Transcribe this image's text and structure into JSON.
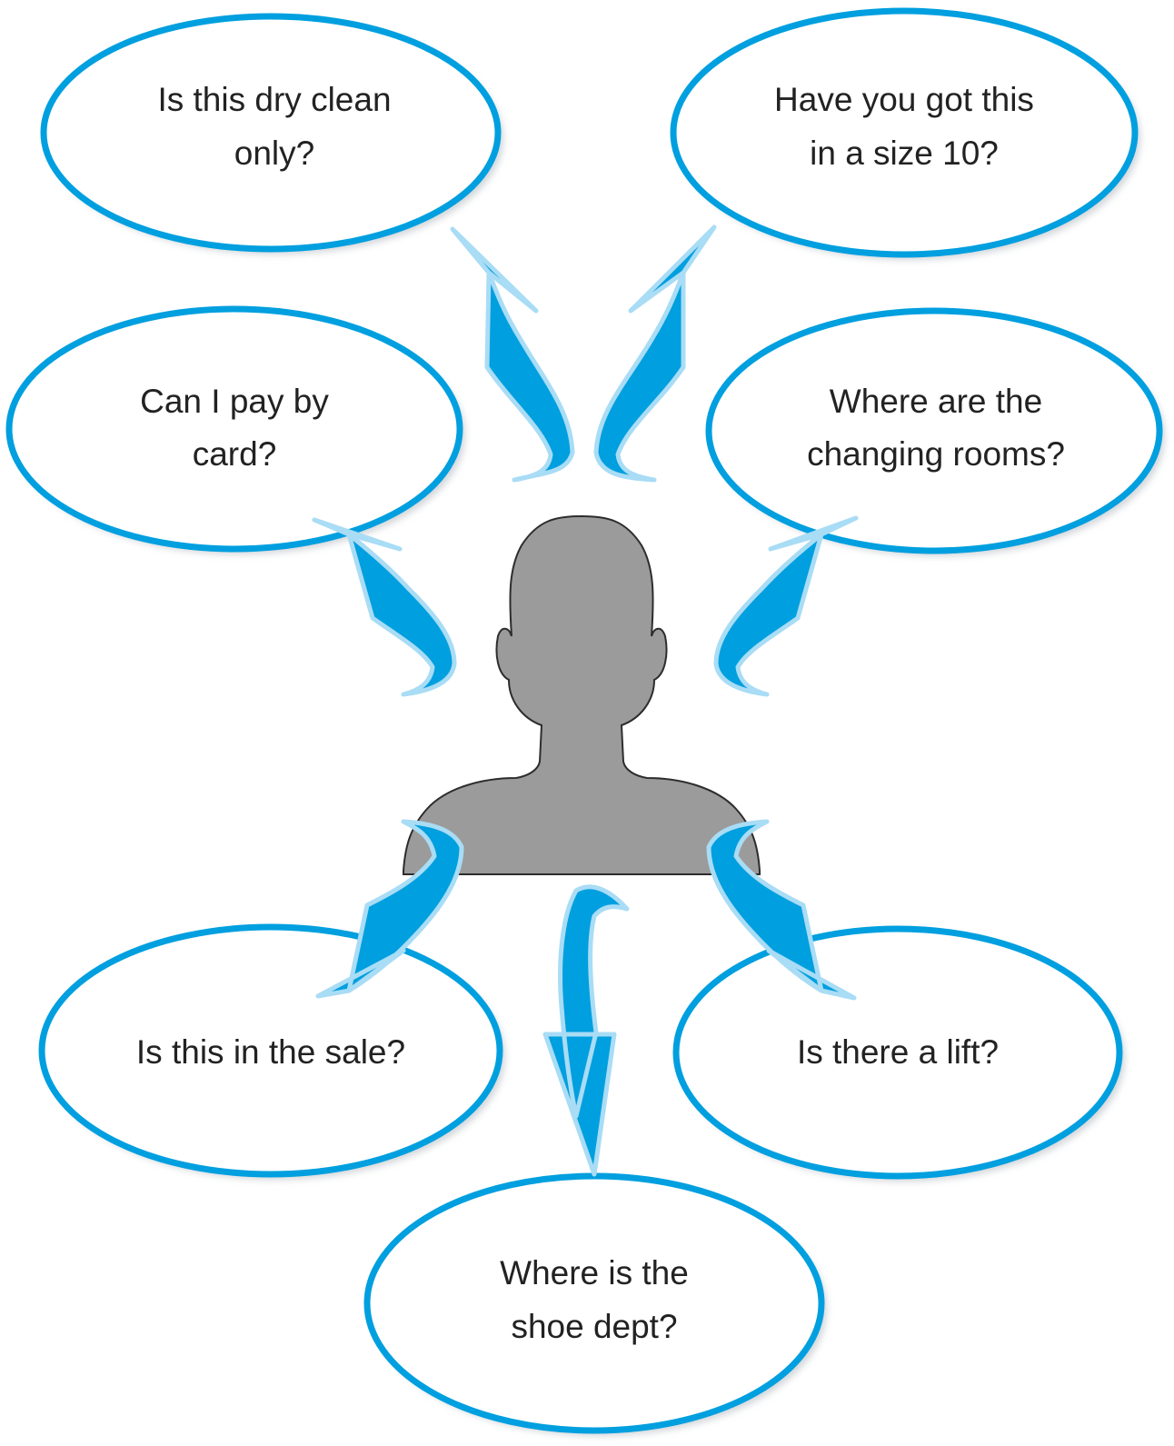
{
  "colors": {
    "bubble_stroke": "#009fdf",
    "bubble_fill": "#ffffff",
    "bubble_shadow": "#d2d6da",
    "arrow_fill": "#009fdf",
    "arrow_edge": "#a9dcf5",
    "person_fill": "#9b9b9b",
    "person_stroke": "#2d2d2d",
    "text": "#222222"
  },
  "icons": {
    "center": "person-silhouette-icon",
    "arrows": "curved-arrow-icon"
  },
  "questions": [
    {
      "id": "dry-clean",
      "lines": [
        "Is this dry clean",
        "only?"
      ]
    },
    {
      "id": "size-10",
      "lines": [
        "Have you got this",
        "in a size 10?"
      ]
    },
    {
      "id": "pay-by-card",
      "lines": [
        "Can I pay by",
        "card?"
      ]
    },
    {
      "id": "changing-rooms",
      "lines": [
        "Where are the",
        "changing rooms?"
      ]
    },
    {
      "id": "sale",
      "lines": [
        "Is this in the sale?"
      ]
    },
    {
      "id": "lift",
      "lines": [
        "Is there a lift?"
      ]
    },
    {
      "id": "shoe-dept",
      "lines": [
        "Where is the",
        "shoe dept?"
      ]
    }
  ]
}
